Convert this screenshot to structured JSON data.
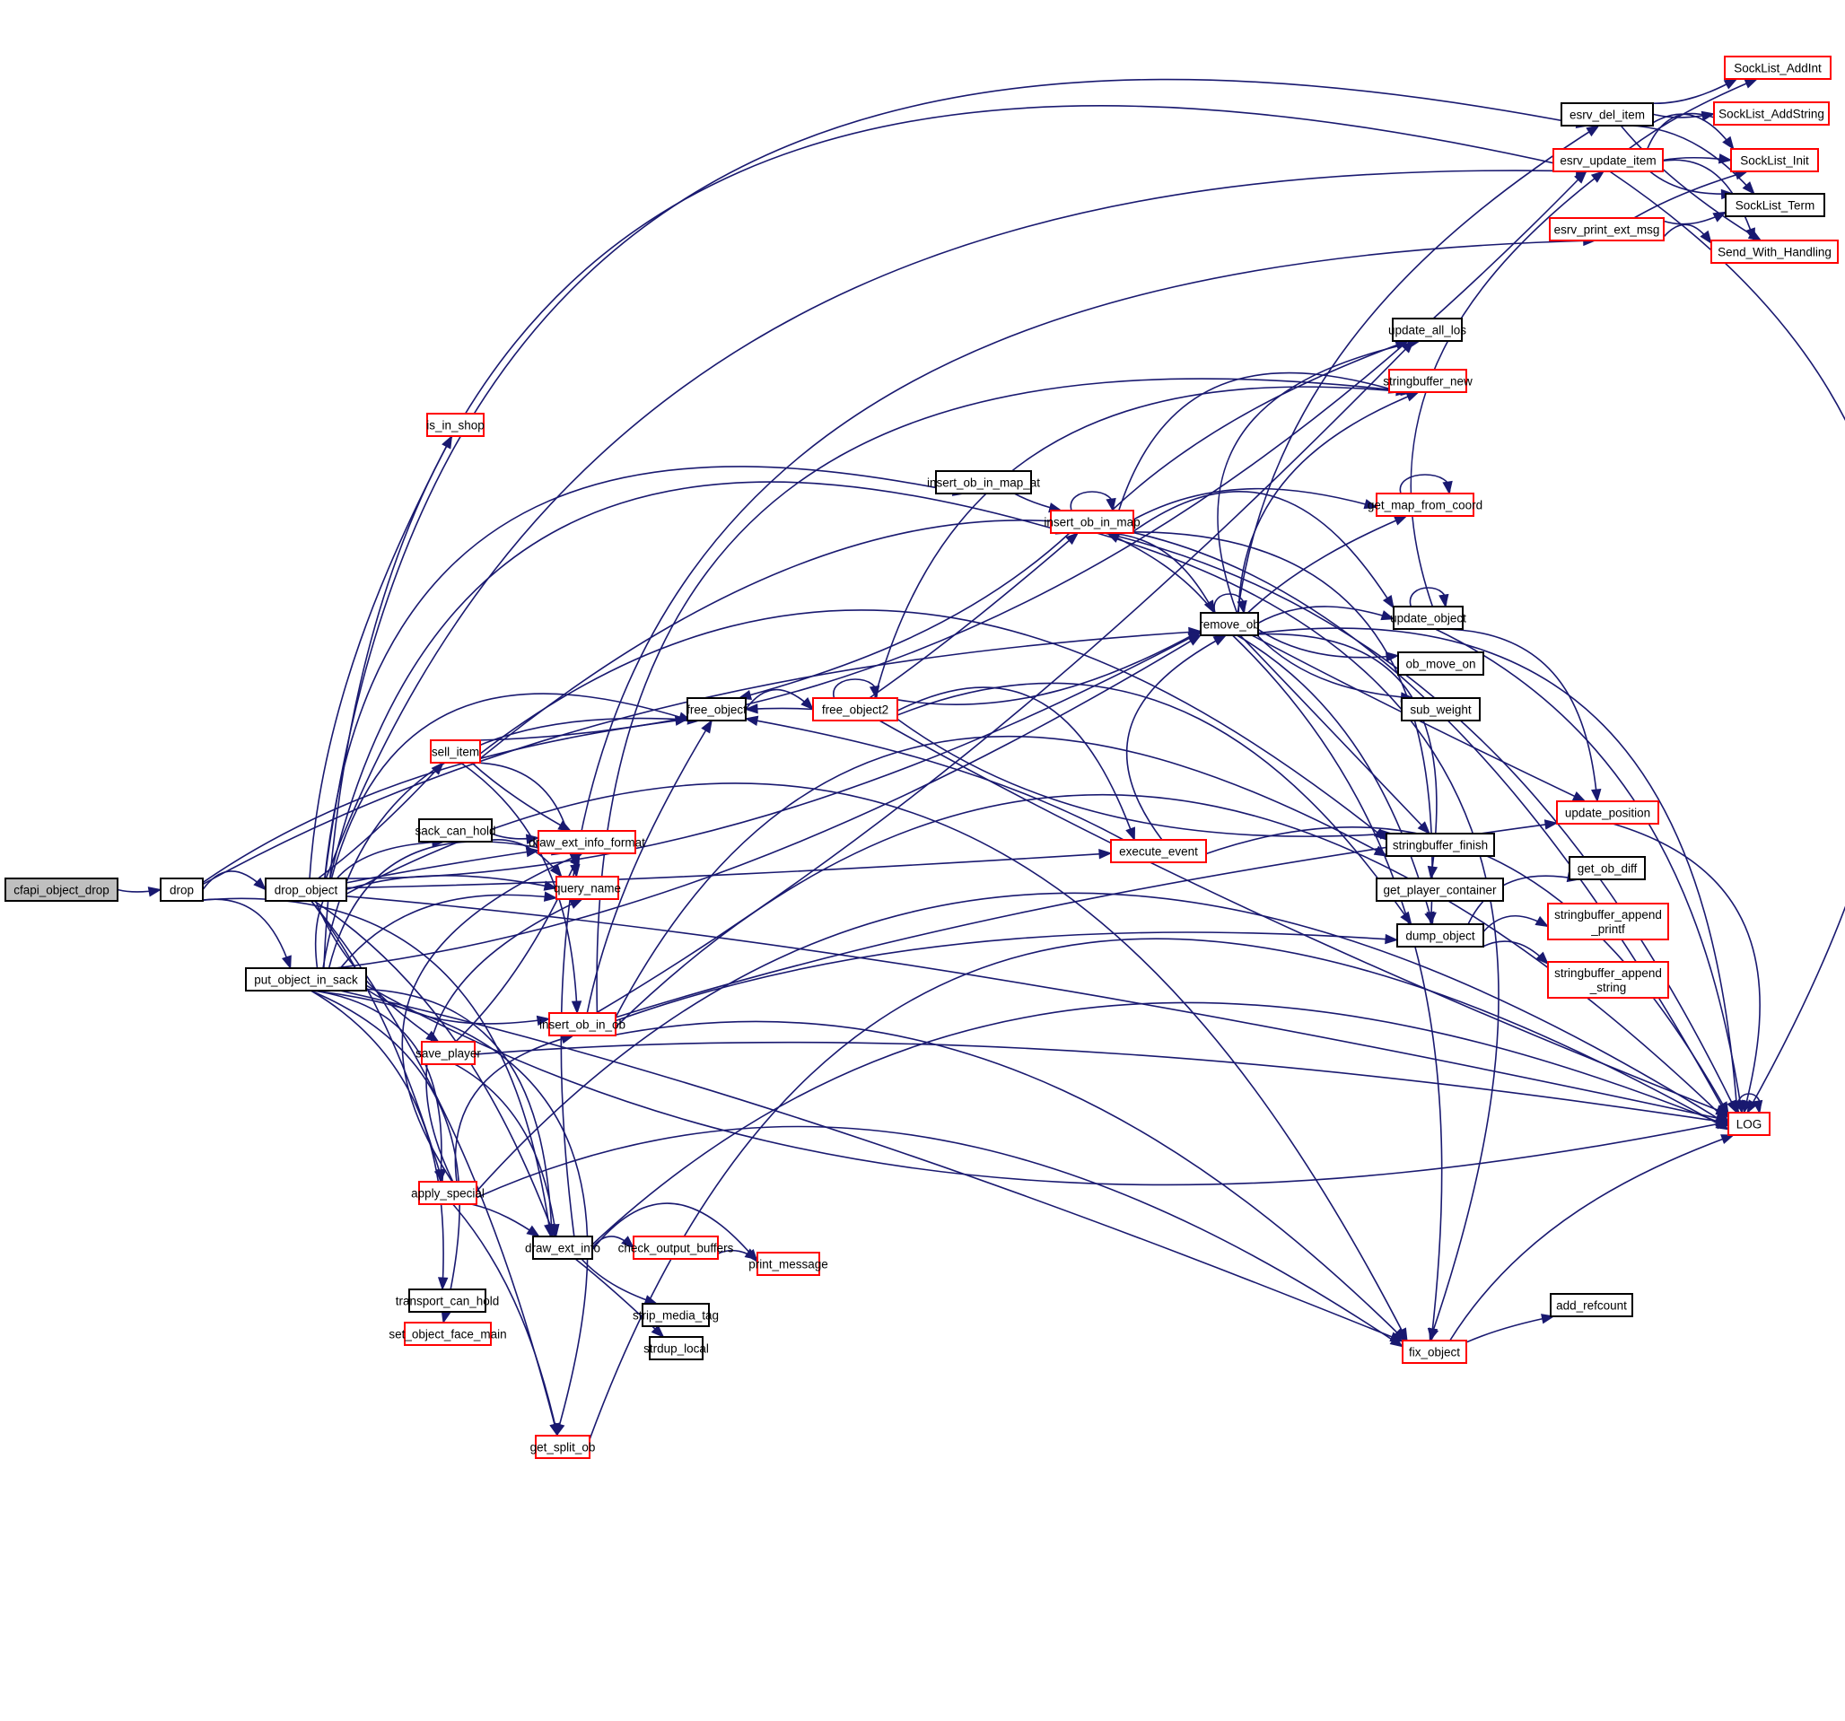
{
  "diagram": {
    "title": "Call graph for cfapi_object_drop",
    "colors": {
      "root_fill": "#bfbfbf",
      "node_fill": "#ffffff",
      "normal_border": "#000000",
      "truncated_border": "#ff0000",
      "edge": "#191970"
    },
    "nodes": [
      {
        "id": "cfapi_object_drop",
        "label": "cfapi_object_drop",
        "kind": "root"
      },
      {
        "id": "drop",
        "label": "drop",
        "kind": "normal"
      },
      {
        "id": "drop_object",
        "label": "drop_object",
        "kind": "normal"
      },
      {
        "id": "put_object_in_sack",
        "label": "put_object_in_sack",
        "kind": "normal"
      },
      {
        "id": "is_in_shop",
        "label": "is_in_shop",
        "kind": "truncated"
      },
      {
        "id": "sell_item",
        "label": "sell_item",
        "kind": "truncated"
      },
      {
        "id": "sack_can_hold",
        "label": "sack_can_hold",
        "kind": "normal"
      },
      {
        "id": "draw_ext_info_format",
        "label": "draw_ext_info_format",
        "kind": "truncated"
      },
      {
        "id": "query_name",
        "label": "query_name",
        "kind": "truncated"
      },
      {
        "id": "save_player",
        "label": "save_player",
        "kind": "truncated"
      },
      {
        "id": "apply_special",
        "label": "apply_special",
        "kind": "truncated"
      },
      {
        "id": "insert_ob_in_ob",
        "label": "insert_ob_in_ob",
        "kind": "truncated"
      },
      {
        "id": "draw_ext_info",
        "label": "draw_ext_info",
        "kind": "normal"
      },
      {
        "id": "transport_can_hold",
        "label": "transport_can_hold",
        "kind": "normal"
      },
      {
        "id": "set_object_face_main",
        "label": "set_object_face_main",
        "kind": "truncated"
      },
      {
        "id": "get_split_ob",
        "label": "get_split_ob",
        "kind": "truncated"
      },
      {
        "id": "insert_ob_in_map_at",
        "label": "insert_ob_in_map_at",
        "kind": "normal"
      },
      {
        "id": "free_object",
        "label": "free_object",
        "kind": "normal"
      },
      {
        "id": "free_object2",
        "label": "free_object2",
        "kind": "truncated"
      },
      {
        "id": "execute_event",
        "label": "execute_event",
        "kind": "truncated"
      },
      {
        "id": "check_output_buffers",
        "label": "check_output_buffers",
        "kind": "truncated"
      },
      {
        "id": "print_message",
        "label": "print_message",
        "kind": "truncated"
      },
      {
        "id": "strip_media_tag",
        "label": "strip_media_tag",
        "kind": "normal"
      },
      {
        "id": "strdup_local",
        "label": "strdup_local",
        "kind": "normal"
      },
      {
        "id": "insert_ob_in_map",
        "label": "insert_ob_in_map",
        "kind": "truncated"
      },
      {
        "id": "remove_ob",
        "label": "remove_ob",
        "kind": "normal"
      },
      {
        "id": "update_all_los",
        "label": "update_all_los",
        "kind": "normal"
      },
      {
        "id": "stringbuffer_new",
        "label": "stringbuffer_new",
        "kind": "truncated"
      },
      {
        "id": "get_map_from_coord",
        "label": "get_map_from_coord",
        "kind": "truncated"
      },
      {
        "id": "update_object",
        "label": "update_object",
        "kind": "normal"
      },
      {
        "id": "ob_move_on",
        "label": "ob_move_on",
        "kind": "normal"
      },
      {
        "id": "sub_weight",
        "label": "sub_weight",
        "kind": "normal"
      },
      {
        "id": "update_position",
        "label": "update_position",
        "kind": "truncated"
      },
      {
        "id": "stringbuffer_finish",
        "label": "stringbuffer_finish",
        "kind": "normal"
      },
      {
        "id": "get_player_container",
        "label": "get_player_container",
        "kind": "normal"
      },
      {
        "id": "dump_object",
        "label": "dump_object",
        "kind": "normal"
      },
      {
        "id": "get_ob_diff",
        "label": "get_ob_diff",
        "kind": "normal"
      },
      {
        "id": "stringbuffer_append_printf",
        "label": "stringbuffer_append\n_printf",
        "kind": "truncated"
      },
      {
        "id": "stringbuffer_append_string",
        "label": "stringbuffer_append\n_string",
        "kind": "truncated"
      },
      {
        "id": "fix_object",
        "label": "fix_object",
        "kind": "truncated"
      },
      {
        "id": "add_refcount",
        "label": "add_refcount",
        "kind": "normal"
      },
      {
        "id": "LOG",
        "label": "LOG",
        "kind": "truncated"
      },
      {
        "id": "esrv_del_item",
        "label": "esrv_del_item",
        "kind": "normal"
      },
      {
        "id": "esrv_update_item",
        "label": "esrv_update_item",
        "kind": "truncated"
      },
      {
        "id": "esrv_print_ext_msg",
        "label": "esrv_print_ext_msg",
        "kind": "truncated"
      },
      {
        "id": "SockList_AddInt",
        "label": "SockList_AddInt",
        "kind": "truncated"
      },
      {
        "id": "SockList_AddString",
        "label": "SockList_AddString",
        "kind": "truncated"
      },
      {
        "id": "SockList_Init",
        "label": "SockList_Init",
        "kind": "truncated"
      },
      {
        "id": "SockList_Term",
        "label": "SockList_Term",
        "kind": "normal"
      },
      {
        "id": "Send_With_Handling",
        "label": "Send_With_Handling",
        "kind": "truncated"
      }
    ],
    "edges": [
      [
        "cfapi_object_drop",
        "drop"
      ],
      [
        "drop",
        "drop_object"
      ],
      [
        "drop",
        "put_object_in_sack"
      ],
      [
        "drop",
        "free_object"
      ],
      [
        "drop",
        "draw_ext_info"
      ],
      [
        "drop",
        "remove_ob"
      ],
      [
        "drop_object",
        "is_in_shop"
      ],
      [
        "drop_object",
        "sell_item"
      ],
      [
        "drop_object",
        "draw_ext_info_format"
      ],
      [
        "drop_object",
        "query_name"
      ],
      [
        "drop_object",
        "save_player"
      ],
      [
        "drop_object",
        "apply_special"
      ],
      [
        "drop_object",
        "draw_ext_info"
      ],
      [
        "drop_object",
        "get_split_ob"
      ],
      [
        "drop_object",
        "insert_ob_in_map_at"
      ],
      [
        "drop_object",
        "free_object"
      ],
      [
        "drop_object",
        "remove_ob"
      ],
      [
        "drop_object",
        "execute_event"
      ],
      [
        "drop_object",
        "esrv_update_item"
      ],
      [
        "drop_object",
        "esrv_del_item"
      ],
      [
        "drop_object",
        "LOG"
      ],
      [
        "drop_object",
        "fix_object"
      ],
      [
        "drop_object",
        "insert_ob_in_map"
      ],
      [
        "put_object_in_sack",
        "sack_can_hold"
      ],
      [
        "put_object_in_sack",
        "query_name"
      ],
      [
        "put_object_in_sack",
        "draw_ext_info_format"
      ],
      [
        "put_object_in_sack",
        "apply_special"
      ],
      [
        "put_object_in_sack",
        "insert_ob_in_ob"
      ],
      [
        "put_object_in_sack",
        "draw_ext_info"
      ],
      [
        "put_object_in_sack",
        "transport_can_hold"
      ],
      [
        "put_object_in_sack",
        "set_object_face_main"
      ],
      [
        "put_object_in_sack",
        "get_split_ob"
      ],
      [
        "put_object_in_sack",
        "remove_ob"
      ],
      [
        "put_object_in_sack",
        "free_object"
      ],
      [
        "put_object_in_sack",
        "fix_object"
      ],
      [
        "put_object_in_sack",
        "esrv_update_item"
      ],
      [
        "put_object_in_sack",
        "LOG"
      ],
      [
        "sell_item",
        "draw_ext_info_format"
      ],
      [
        "sell_item",
        "query_name"
      ],
      [
        "sell_item",
        "insert_ob_in_ob"
      ],
      [
        "sell_item",
        "stringbuffer_finish"
      ],
      [
        "sell_item",
        "esrv_update_item"
      ],
      [
        "sell_item",
        "LOG"
      ],
      [
        "sack_can_hold",
        "draw_ext_info_format"
      ],
      [
        "sack_can_hold",
        "query_name"
      ],
      [
        "save_player",
        "draw_ext_info"
      ],
      [
        "save_player",
        "draw_ext_info_format"
      ],
      [
        "save_player",
        "LOG"
      ],
      [
        "apply_special",
        "draw_ext_info_format"
      ],
      [
        "apply_special",
        "query_name"
      ],
      [
        "apply_special",
        "insert_ob_in_ob"
      ],
      [
        "apply_special",
        "draw_ext_info"
      ],
      [
        "apply_special",
        "get_split_ob"
      ],
      [
        "apply_special",
        "fix_object"
      ],
      [
        "apply_special",
        "LOG"
      ],
      [
        "insert_ob_in_ob",
        "free_object"
      ],
      [
        "insert_ob_in_ob",
        "stringbuffer_new"
      ],
      [
        "insert_ob_in_ob",
        "update_all_los"
      ],
      [
        "insert_ob_in_ob",
        "stringbuffer_finish"
      ],
      [
        "insert_ob_in_ob",
        "dump_object"
      ],
      [
        "insert_ob_in_ob",
        "update_position"
      ],
      [
        "insert_ob_in_ob",
        "LOG"
      ],
      [
        "insert_ob_in_ob",
        "fix_object"
      ],
      [
        "draw_ext_info",
        "check_output_buffers"
      ],
      [
        "draw_ext_info",
        "print_message"
      ],
      [
        "draw_ext_info",
        "strip_media_tag"
      ],
      [
        "draw_ext_info",
        "strdup_local"
      ],
      [
        "draw_ext_info",
        "esrv_print_ext_msg"
      ],
      [
        "draw_ext_info",
        "LOG"
      ],
      [
        "check_output_buffers",
        "print_message"
      ],
      [
        "get_split_ob",
        "LOG"
      ],
      [
        "insert_ob_in_map_at",
        "insert_ob_in_map"
      ],
      [
        "free_object",
        "free_object2"
      ],
      [
        "free_object2",
        "free_object"
      ],
      [
        "free_object2",
        "free_object2"
      ],
      [
        "free_object2",
        "execute_event"
      ],
      [
        "free_object2",
        "insert_ob_in_map"
      ],
      [
        "free_object2",
        "remove_ob"
      ],
      [
        "free_object2",
        "stringbuffer_new"
      ],
      [
        "free_object2",
        "stringbuffer_finish"
      ],
      [
        "free_object2",
        "dump_object"
      ],
      [
        "free_object2",
        "LOG"
      ],
      [
        "execute_event",
        "free_object"
      ],
      [
        "execute_event",
        "remove_ob"
      ],
      [
        "execute_event",
        "LOG"
      ],
      [
        "insert_ob_in_map",
        "insert_ob_in_map"
      ],
      [
        "insert_ob_in_map",
        "free_object"
      ],
      [
        "insert_ob_in_map",
        "update_all_los"
      ],
      [
        "insert_ob_in_map",
        "stringbuffer_new"
      ],
      [
        "insert_ob_in_map",
        "get_map_from_coord"
      ],
      [
        "insert_ob_in_map",
        "remove_ob"
      ],
      [
        "insert_ob_in_map",
        "update_object"
      ],
      [
        "insert_ob_in_map",
        "LOG"
      ],
      [
        "insert_ob_in_map",
        "dump_object"
      ],
      [
        "insert_ob_in_map",
        "fix_object"
      ],
      [
        "remove_ob",
        "remove_ob"
      ],
      [
        "remove_ob",
        "update_all_los"
      ],
      [
        "remove_ob",
        "stringbuffer_new"
      ],
      [
        "remove_ob",
        "get_map_from_coord"
      ],
      [
        "remove_ob",
        "insert_ob_in_map"
      ],
      [
        "remove_ob",
        "update_object"
      ],
      [
        "remove_ob",
        "ob_move_on"
      ],
      [
        "remove_ob",
        "sub_weight"
      ],
      [
        "remove_ob",
        "update_position"
      ],
      [
        "remove_ob",
        "stringbuffer_finish"
      ],
      [
        "remove_ob",
        "get_player_container"
      ],
      [
        "remove_ob",
        "dump_object"
      ],
      [
        "remove_ob",
        "fix_object"
      ],
      [
        "remove_ob",
        "esrv_del_item"
      ],
      [
        "remove_ob",
        "LOG"
      ],
      [
        "get_map_from_coord",
        "get_map_from_coord"
      ],
      [
        "update_object",
        "update_object"
      ],
      [
        "update_object",
        "update_position"
      ],
      [
        "update_object",
        "esrv_update_item"
      ],
      [
        "update_object",
        "LOG"
      ],
      [
        "update_position",
        "LOG"
      ],
      [
        "dump_object",
        "get_ob_diff"
      ],
      [
        "dump_object",
        "stringbuffer_append_printf"
      ],
      [
        "dump_object",
        "stringbuffer_append_string"
      ],
      [
        "fix_object",
        "add_refcount"
      ],
      [
        "fix_object",
        "LOG"
      ],
      [
        "LOG",
        "LOG"
      ],
      [
        "esrv_del_item",
        "SockList_AddInt"
      ],
      [
        "esrv_del_item",
        "SockList_AddString"
      ],
      [
        "esrv_del_item",
        "SockList_Init"
      ],
      [
        "esrv_del_item",
        "SockList_Term"
      ],
      [
        "esrv_del_item",
        "Send_With_Handling"
      ],
      [
        "esrv_update_item",
        "SockList_AddInt"
      ],
      [
        "esrv_update_item",
        "SockList_AddString"
      ],
      [
        "esrv_update_item",
        "SockList_Init"
      ],
      [
        "esrv_update_item",
        "SockList_Term"
      ],
      [
        "esrv_update_item",
        "Send_With_Handling"
      ],
      [
        "esrv_update_item",
        "LOG"
      ],
      [
        "esrv_print_ext_msg",
        "SockList_Init"
      ],
      [
        "esrv_print_ext_msg",
        "SockList_Term"
      ],
      [
        "esrv_print_ext_msg",
        "Send_With_Handling"
      ]
    ]
  }
}
